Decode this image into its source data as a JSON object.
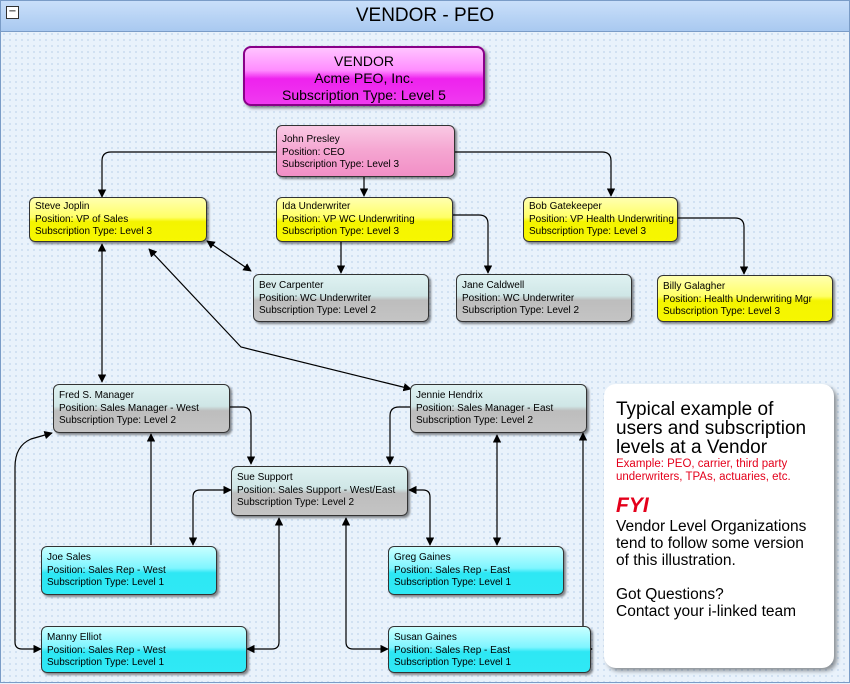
{
  "window": {
    "title": "VENDOR - PEO",
    "collapse_glyph": "−"
  },
  "vendor": {
    "line1": "VENDOR",
    "line2": "Acme PEO, Inc.",
    "line3": "Subscription Type: Level 5"
  },
  "nodes": {
    "john": {
      "name": "John Presley",
      "position": "Position: CEO",
      "subscription": "Subscription Type: Level 3"
    },
    "steve": {
      "name": "Steve Joplin",
      "position": "Position: VP of Sales",
      "subscription": "Subscription Type: Level 3"
    },
    "ida": {
      "name": "Ida Underwriter",
      "position": "Position: VP WC Underwriting",
      "subscription": "Subscription Type: Level 3"
    },
    "bob": {
      "name": "Bob Gatekeeper",
      "position": "Position: VP Health Underwriting",
      "subscription": "Subscription Type: Level 3"
    },
    "bev": {
      "name": "Bev Carpenter",
      "position": "Position: WC Underwriter",
      "subscription": "Subscription Type: Level 2"
    },
    "jane": {
      "name": "Jane Caldwell",
      "position": "Position: WC Underwriter",
      "subscription": "Subscription Type: Level 2"
    },
    "billy": {
      "name": "Billy Galagher",
      "position": "Position: Health Underwriting Mgr",
      "subscription": "Subscription Type: Level 3"
    },
    "fred": {
      "name": "Fred S. Manager",
      "position": "Position: Sales Manager - West",
      "subscription": "Subscription Type: Level 2"
    },
    "jennie": {
      "name": "Jennie Hendrix",
      "position": "Position: Sales Manager - East",
      "subscription": "Subscription Type: Level 2"
    },
    "sue": {
      "name": "Sue Support",
      "position": "Position: Sales Support - West/East",
      "subscription": "Subscription Type: Level 2"
    },
    "joe": {
      "name": "Joe Sales",
      "position": "Position: Sales Rep - West",
      "subscription": "Subscription Type: Level 1"
    },
    "greg": {
      "name": "Greg Gaines",
      "position": "Position: Sales Rep - East",
      "subscription": "Subscription Type: Level 1"
    },
    "manny": {
      "name": "Manny Elliot",
      "position": "Position: Sales Rep - West",
      "subscription": "Subscription Type: Level 1"
    },
    "susan": {
      "name": "Susan Gaines",
      "position": "Position: Sales Rep - East",
      "subscription": "Subscription Type: Level 1"
    }
  },
  "info": {
    "heading": [
      "Typical example of",
      "users and subscription",
      "levels at a Vendor"
    ],
    "example": [
      "Example: PEO, carrier, third party",
      "underwriters, TPAs, actuaries,  etc."
    ],
    "fyi": "FYI",
    "body": [
      "Vendor Level Organizations",
      "tend to follow some version",
      "of this illustration."
    ],
    "questions": [
      "Got Questions?",
      "Contact your i-linked team"
    ]
  },
  "colors": {
    "vendor": "#ee22ee",
    "ceo": "#f28fc6",
    "vp": "#ffff33",
    "manager": "#c4c4c4",
    "rep": "#2fe9f5",
    "accent_red": "#e4001b"
  }
}
